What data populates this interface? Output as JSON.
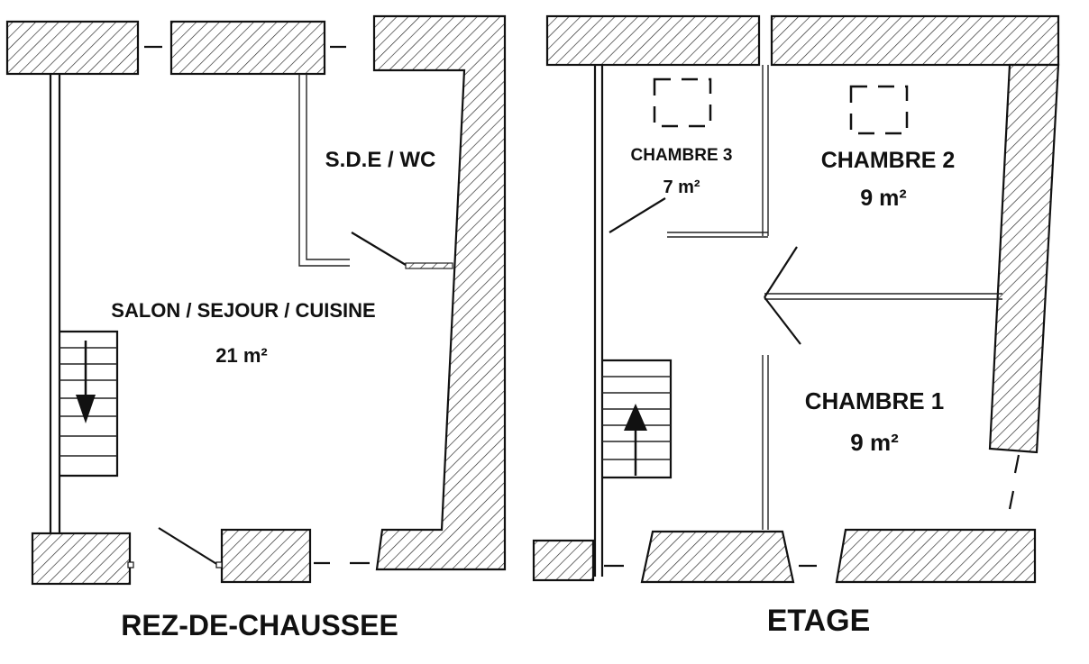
{
  "ground_floor": {
    "title": "REZ-DE-CHAUSSEE",
    "living_room_name": "SALON / SEJOUR / CUISINE",
    "living_room_area": "21 m²",
    "bathroom_name": "S.D.E / WC"
  },
  "upper_floor": {
    "title": "ETAGE",
    "bedroom3_name": "CHAMBRE 3",
    "bedroom3_area": "7 m²",
    "bedroom2_name": "CHAMBRE 2",
    "bedroom2_area": "9 m²",
    "bedroom1_name": "CHAMBRE 1",
    "bedroom1_area": "9 m²"
  }
}
